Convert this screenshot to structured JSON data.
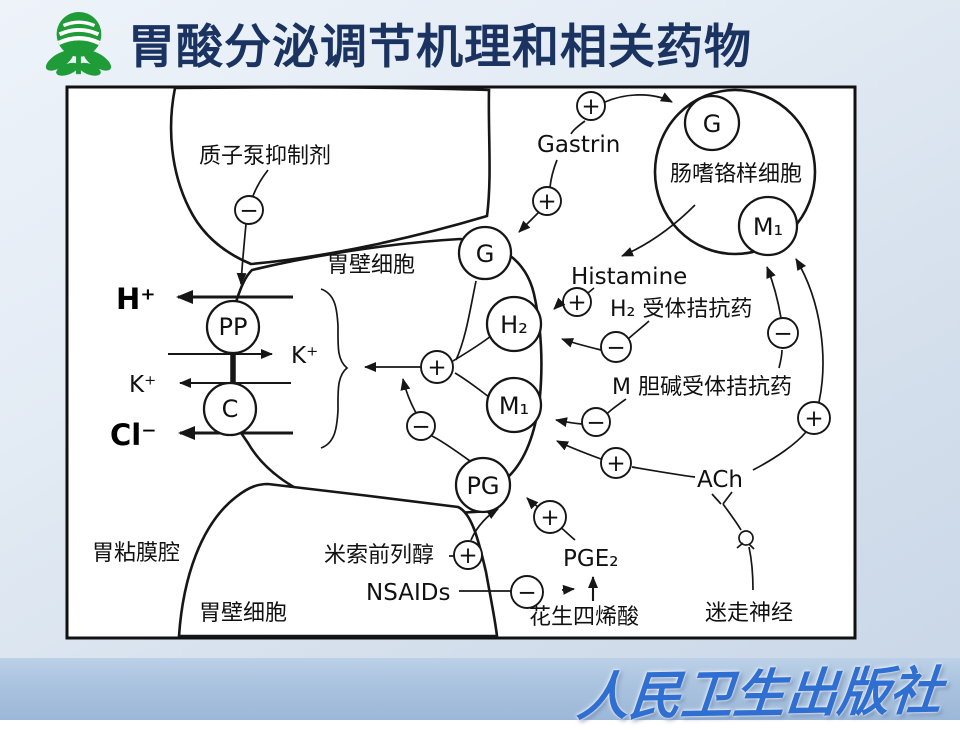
{
  "slide": {
    "title": "胃酸分泌调节机理和相关药物",
    "publisher": "人民卫生出版社",
    "logo_icon": "green-plant-logo",
    "colors": {
      "title_text": "#1b3361",
      "publisher_text": "#2f6fd2",
      "logo_green": "#1f9c38",
      "footer_band": "#a9c2de",
      "diagram_ink": "#161616",
      "panel_bg": "#ffffff"
    }
  },
  "diagram": {
    "signs": {
      "plus": "+",
      "minus": "−"
    },
    "labels": {
      "ppi": "质子泵抑制剂",
      "parietal_cell_top": "胃壁细胞",
      "parietal_cell_bottom": "胃壁细胞",
      "mucosal_cavity": "胃粘膜腔",
      "ecl_cell": "肠嗜铬样细胞",
      "gastrin": "Gastrin",
      "histamine": "Histamine",
      "h2_antagonist": "H₂ 受体拮抗药",
      "m_antagonist": "M 胆碱受体拮抗药",
      "ach": "ACh",
      "vagus_nerve": "迷走神经",
      "pge2": "PGE₂",
      "arachidonic_acid": "花生四烯酸",
      "nsaids": "NSAIDs",
      "misoprostol": "米索前列醇",
      "h_ion": "H⁺",
      "k_ion_right": "K⁺",
      "k_ion_left": "K⁺",
      "cl_ion": "Cl⁻"
    },
    "receptors": {
      "g": "G",
      "h2": "H₂",
      "m1": "M₁",
      "pg": "PG",
      "ecl_g": "G",
      "ecl_m1": "M₁",
      "pump_pp": "PP",
      "pump_c": "C"
    }
  }
}
